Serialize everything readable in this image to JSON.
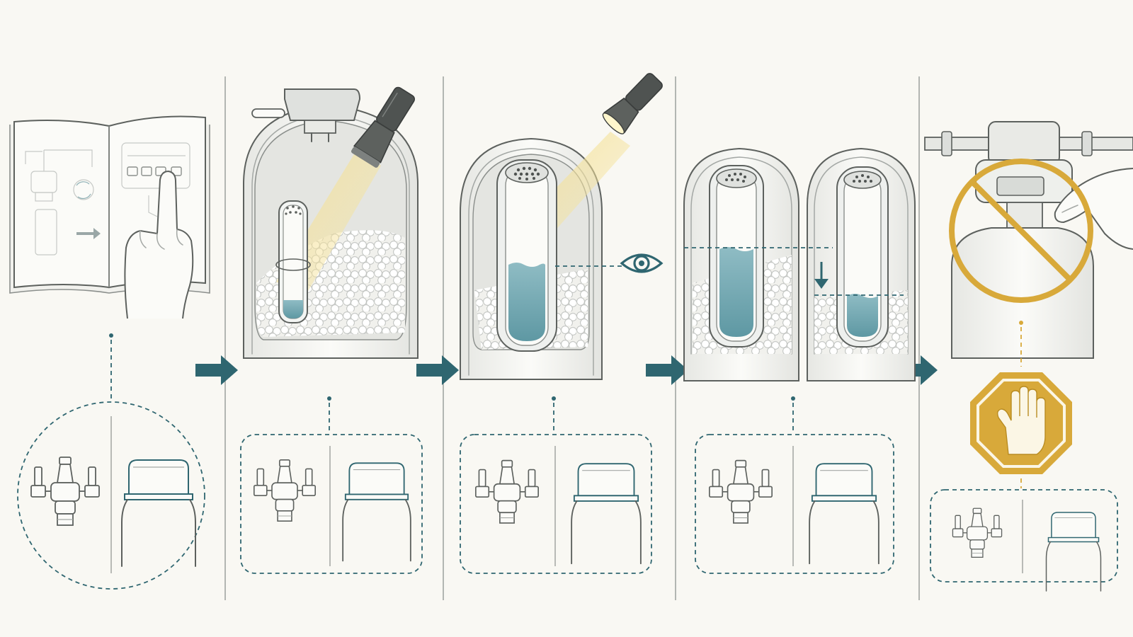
{
  "colors": {
    "background": "#f9f8f3",
    "line_ink": "#5d615e",
    "teal": "#2f6670",
    "water": "#8fb9c1",
    "water_dark": "#4f8f9a",
    "gold": "#d8a93a",
    "light_beam": "#f3df95",
    "salt_pellet": "#ffffff"
  },
  "steps": [
    {
      "scene": "manual-with-finger-pointing",
      "icon": "open-book-icon",
      "detail_frame": "circle",
      "detail_icons": [
        "bypass-valve-icon",
        "brine-tank-cap-icon"
      ]
    },
    {
      "scene": "flashlight-into-brine-tank",
      "icon": "flashlight-icon",
      "detail_frame": "rounded-rectangle",
      "detail_icons": [
        "bypass-valve-icon",
        "brine-tank-cap-icon"
      ]
    },
    {
      "scene": "inspect-brine-well-water-level",
      "icon": "eye-icon",
      "detail_frame": "rounded-rectangle",
      "detail_icons": [
        "bypass-valve-icon",
        "brine-tank-cap-icon"
      ]
    },
    {
      "scene": "compare-water-level-drop",
      "icon": "down-arrow-icon",
      "detail_frame": "rounded-rectangle",
      "detail_icons": [
        "bypass-valve-icon",
        "brine-tank-cap-icon"
      ]
    },
    {
      "scene": "do-not-touch-control-valve",
      "icon": "stop-hand-icon",
      "detail_frame": "rounded-rectangle",
      "detail_icons": [
        "bypass-valve-icon",
        "brine-tank-cap-icon"
      ]
    }
  ],
  "step_arrows": 4,
  "water_levels": [
    {
      "step": 3,
      "level": 0.52
    },
    {
      "step": 4,
      "before": 0.62,
      "after": 0.28
    }
  ]
}
